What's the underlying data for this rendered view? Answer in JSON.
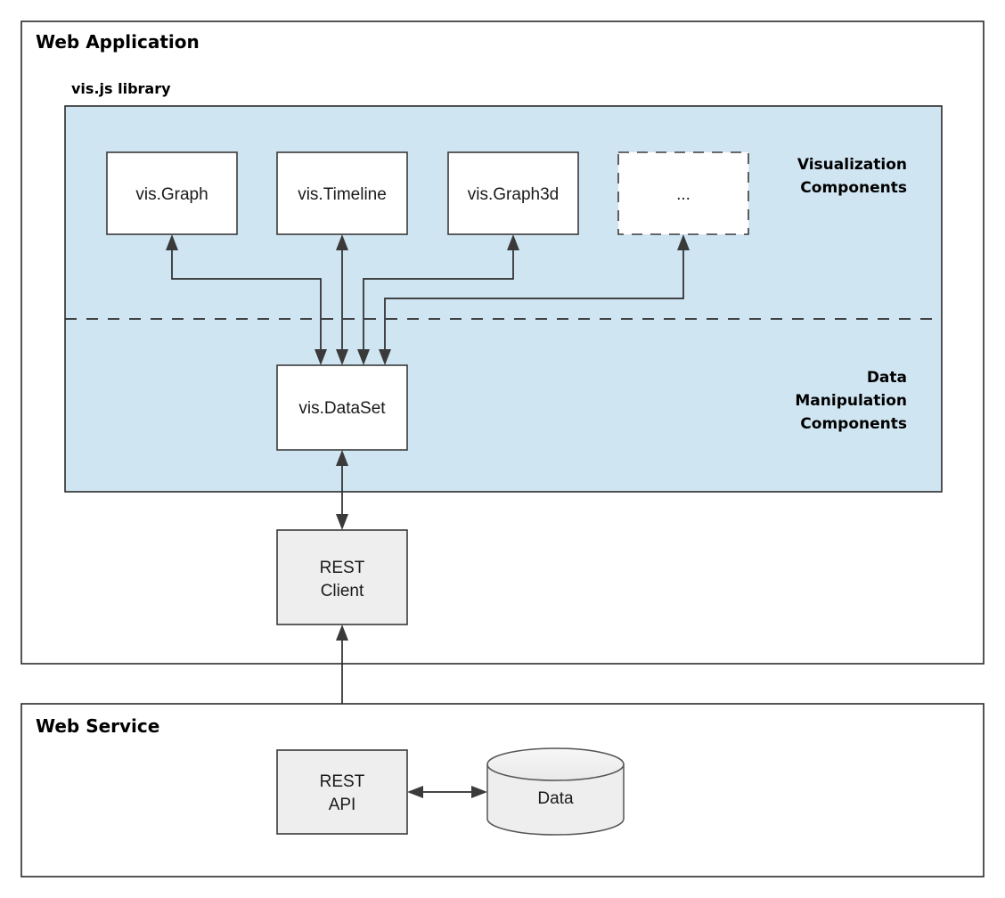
{
  "colors": {
    "library_panel_fill": "#d0e5f2",
    "panel_stroke": "#2b2b2b",
    "node_white_fill": "#ffffff",
    "node_grey_fill": "#eeeeee",
    "cylinder_fill": "#eeeeee",
    "canvas_background": "#ffffff",
    "text": "#000000"
  },
  "frames": {
    "web_application": {
      "title": "Web Application"
    },
    "web_service": {
      "title": "Web Service"
    }
  },
  "library": {
    "title": "vis.js library",
    "group_labels": {
      "visualization": "Visualization\nComponents",
      "visualization_lines": [
        "Visualization",
        "Components"
      ],
      "data_manipulation": "Data\nManipulation\nComponents",
      "data_manipulation_lines": [
        "Data",
        "Manipulation",
        "Components"
      ]
    }
  },
  "nodes": {
    "vis_graph": {
      "label": "vis.Graph",
      "style": "solid",
      "fill": "#ffffff"
    },
    "vis_timeline": {
      "label": "vis.Timeline",
      "style": "solid",
      "fill": "#ffffff"
    },
    "vis_graph3d": {
      "label": "vis.Graph3d",
      "style": "solid",
      "fill": "#ffffff"
    },
    "more_components": {
      "label": "...",
      "style": "dashed",
      "fill": "#ffffff"
    },
    "vis_dataset": {
      "label": "vis.DataSet",
      "style": "solid",
      "fill": "#ffffff"
    },
    "rest_client": {
      "label_lines": [
        "REST",
        "Client"
      ],
      "style": "solid",
      "fill": "#eeeeee"
    },
    "rest_api": {
      "label_lines": [
        "REST",
        "API"
      ],
      "style": "solid",
      "fill": "#eeeeee"
    },
    "data_store": {
      "label": "Data",
      "shape": "cylinder",
      "fill": "#eeeeee"
    }
  },
  "connections": {
    "dataset_to_graph": "bidirectional",
    "dataset_to_timeline": "bidirectional",
    "dataset_to_graph3d": "bidirectional",
    "dataset_to_more": "bidirectional",
    "dataset_to_rest_client": "bidirectional",
    "rest_client_to_rest_api": "bidirectional",
    "rest_api_to_data": "bidirectional"
  }
}
